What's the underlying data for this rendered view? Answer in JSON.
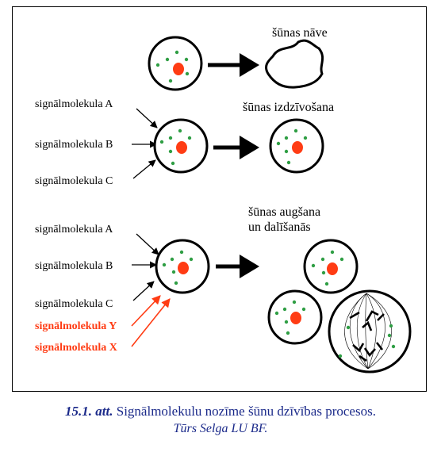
{
  "figure": {
    "row1": {
      "outcome": "šūnas nāve"
    },
    "row2": {
      "outcome": "šūnas izdzīvošana",
      "signals": [
        "signālmolekula A",
        "signālmolekula B",
        "signālmolekula C"
      ]
    },
    "row3": {
      "outcome_line1": "šūnas augšana",
      "outcome_line2": "un dalīšanās",
      "signals": [
        "signālmolekula A",
        "signālmolekula B",
        "signālmolekula C"
      ],
      "extra_signals": [
        "signālmolekula Y",
        "signālmolekula X"
      ]
    },
    "colors": {
      "nucleus": "#ff3c14",
      "granule": "#2f9e44",
      "extra_signal": "#ff3c14",
      "caption": "#1b2a8a"
    }
  },
  "caption": {
    "number": "15.1. att.",
    "text": "Signālmolekulu nozīme šūnu dzīvības procesos.",
    "credit": "Tūrs Selga LU BF."
  }
}
